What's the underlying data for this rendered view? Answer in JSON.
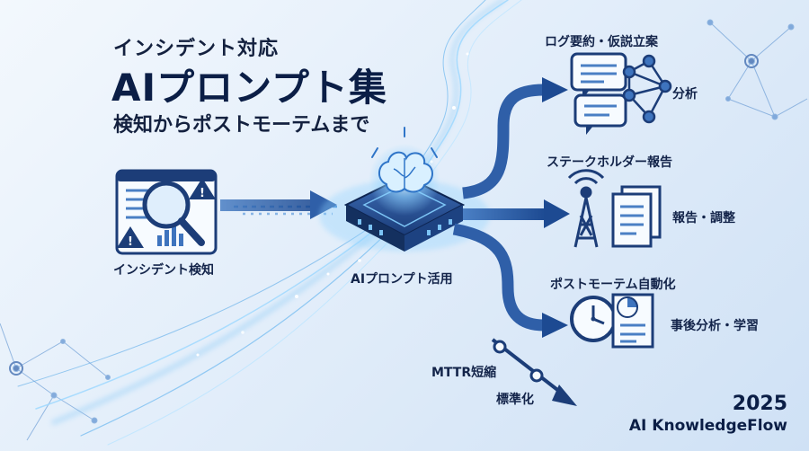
{
  "header": {
    "kicker": "インシデント対応",
    "title": "AIプロンプト集",
    "subtitle": "検知からポストモーテムまで"
  },
  "nodes": {
    "detection": "インシデント検知",
    "ai_hub": "AIプロンプト活用",
    "log_summary": "ログ要約・仮説立案",
    "analysis": "分析",
    "stakeholder": "ステークホルダー報告",
    "report": "報告・調整",
    "postmortem": "ポストモーテム自動化",
    "retrospective": "事後分析・学習"
  },
  "outcomes": {
    "mttr": "MTTR短縮",
    "standardize": "標準化"
  },
  "footer": {
    "year": "2025",
    "brand": "AI KnowledgeFlow"
  },
  "colors": {
    "navy": "#1c3d78",
    "arrow": "#2f5fa8",
    "glow": "#7cc4f5",
    "accent": "#f2b01e"
  }
}
